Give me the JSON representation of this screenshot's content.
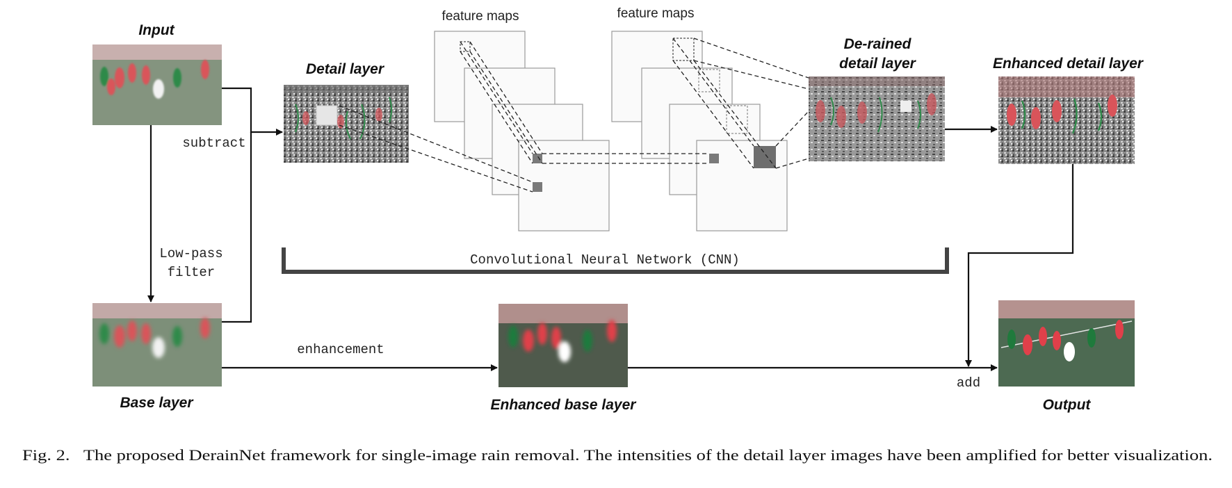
{
  "labels": {
    "input": "Input",
    "detail_layer": "Detail layer",
    "feature_maps_1": "feature maps",
    "feature_maps_2": "feature maps",
    "derained_line1": "De-rained",
    "derained_line2": "detail layer",
    "enhanced_detail_layer": "Enhanced detail layer",
    "subtract": "subtract",
    "lowpass_line1": "Low-pass",
    "lowpass_line2": "filter",
    "cnn": "Convolutional Neural Network (CNN)",
    "base_layer": "Base layer",
    "enhancement": "enhancement",
    "enhanced_base_layer": "Enhanced base layer",
    "add": "add",
    "output": "Output"
  },
  "caption": "Fig. 2.   The proposed DerainNet framework for single-image rain removal. The intensities of the detail layer images have been amplified for better visualization.",
  "colors": {
    "grass": "#7d8f79",
    "grass_dark": "#4f5a4c",
    "jersey_red": "#d9545a",
    "jersey_green": "#2f8a4a",
    "detail_gray": "#8a8a8a"
  }
}
